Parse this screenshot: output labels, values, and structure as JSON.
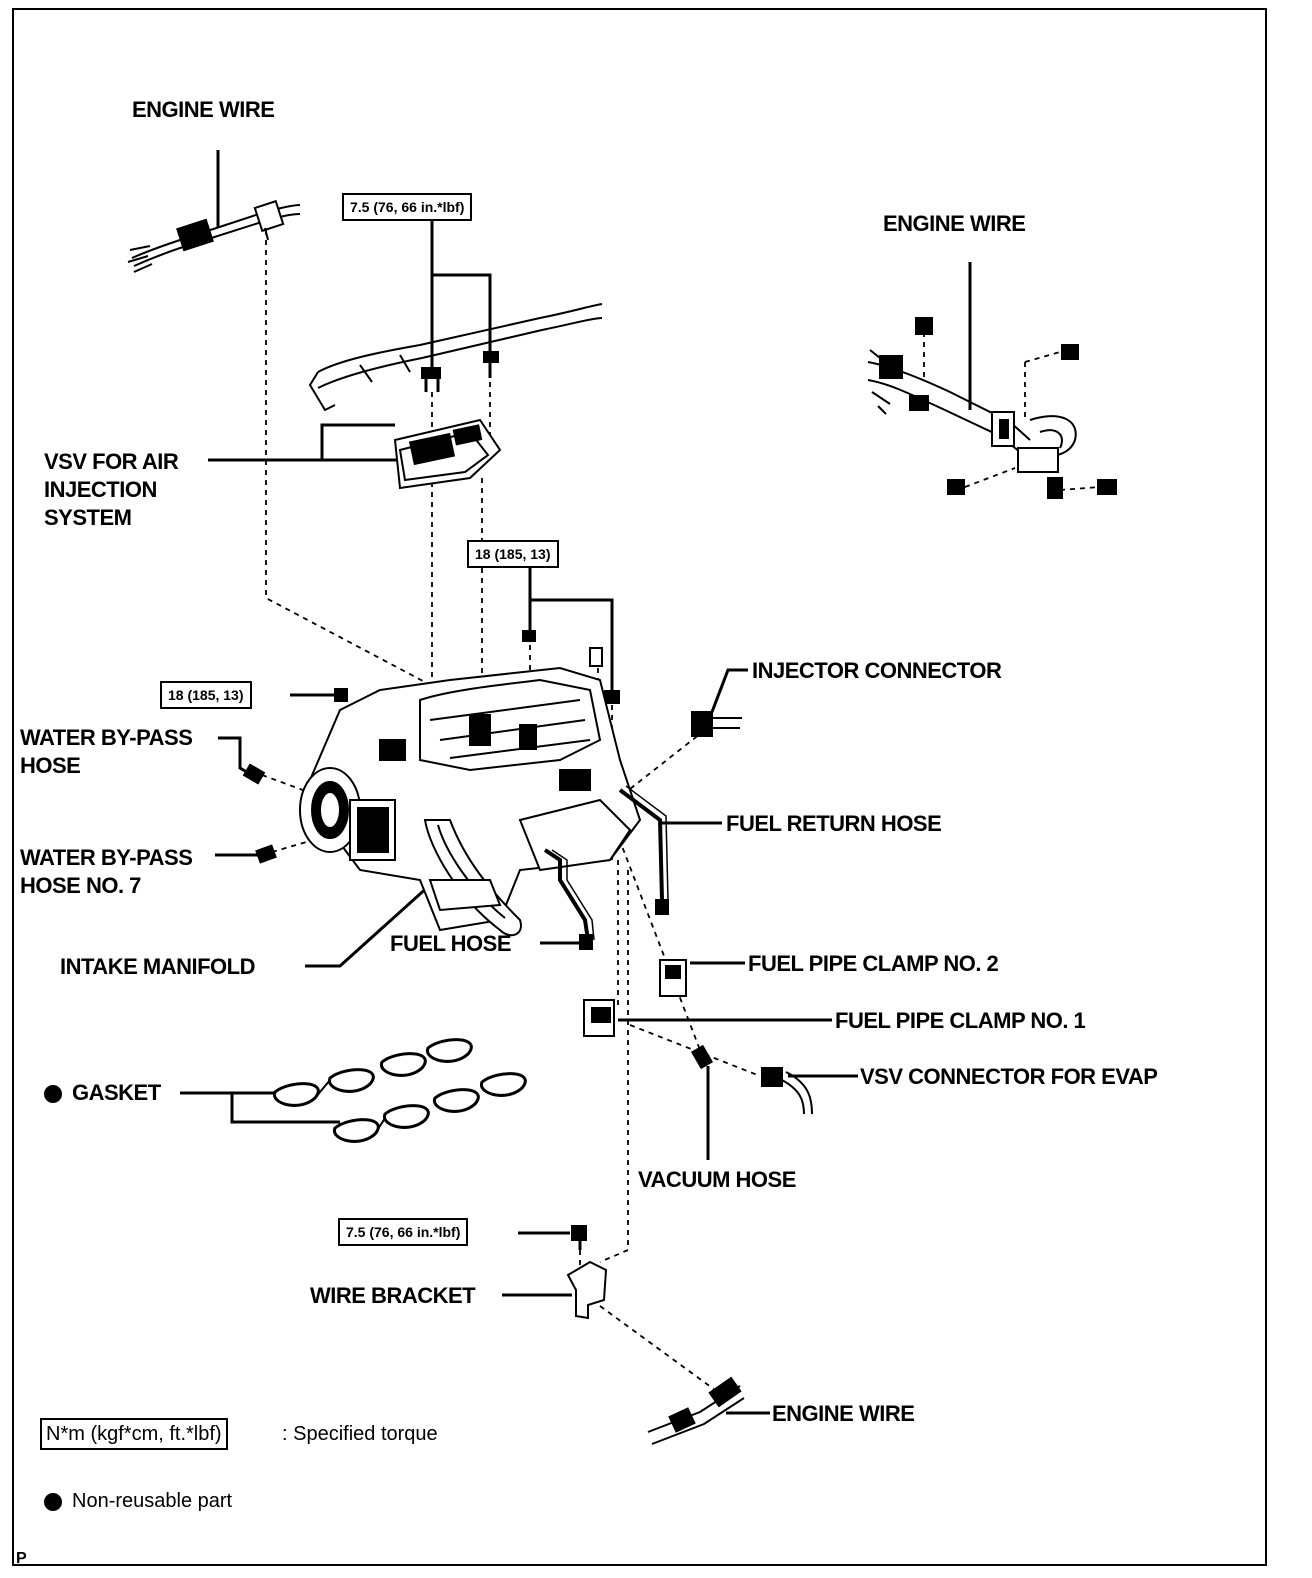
{
  "labels": {
    "engine_wire_top": "ENGINE WIRE",
    "engine_wire_right": "ENGINE WIRE",
    "engine_wire_bottom": "ENGINE WIRE",
    "vsv_air_injection": "VSV FOR AIR INJECTION SYSTEM",
    "injector_connector": "INJECTOR CONNECTOR",
    "water_bypass_hose": "WATER BY-PASS HOSE",
    "water_bypass_hose_no7": "WATER BY-PASS HOSE NO. 7",
    "fuel_return_hose": "FUEL RETURN HOSE",
    "intake_manifold": "INTAKE MANIFOLD",
    "fuel_hose": "FUEL HOSE",
    "fuel_pipe_clamp_no2": "FUEL PIPE CLAMP NO. 2",
    "fuel_pipe_clamp_no1": "FUEL PIPE CLAMP NO. 1",
    "vsv_connector_evap": "VSV CONNECTOR FOR EVAP",
    "gasket": "GASKET",
    "vacuum_hose": "VACUUM HOSE",
    "wire_bracket": "WIRE BRACKET",
    "corner_mark": "P"
  },
  "torque_specs": {
    "vsv_bolts": "7.5 (76, 66 in.*lbf)",
    "manifold_right": "18 (185, 13)",
    "manifold_left": "18 (185, 13)",
    "wire_bracket_bolt": "7.5 (76, 66 in.*lbf)"
  },
  "legend": {
    "torque_box": "N*m (kgf*cm, ft.*lbf)",
    "torque_desc": ": Specified torque",
    "non_reusable": "Non-reusable part"
  }
}
